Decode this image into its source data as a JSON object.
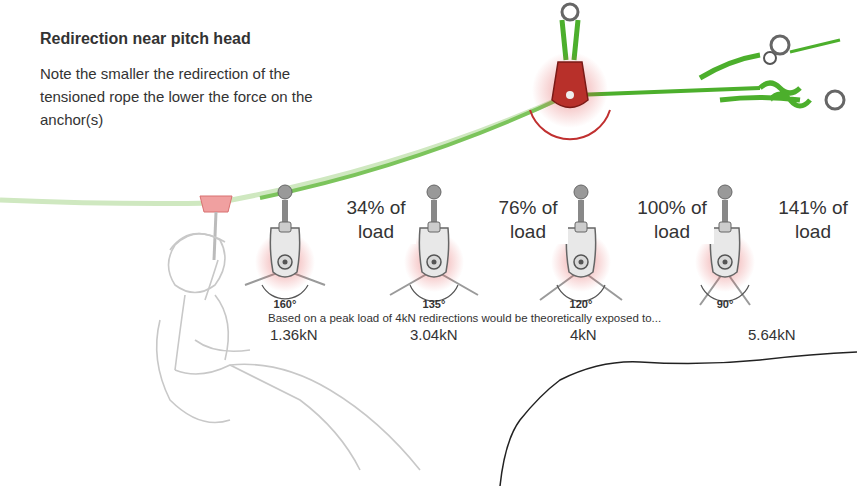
{
  "diagram": {
    "title": "Redirection near pitch head",
    "labels": [
      "Note the smaller the redirection of the tensioned rope the lower the force on the anchor(s)",
      "34% of load",
      "160°",
      "76% of load",
      "135°",
      "100% of load",
      "120°",
      "141% of load",
      "90°",
      "Based on a peak load of 4kN redirections would be theoretically exposed to...",
      "1.36kN",
      "3.04kN",
      "4kN",
      "5.64kN"
    ]
  }
}
